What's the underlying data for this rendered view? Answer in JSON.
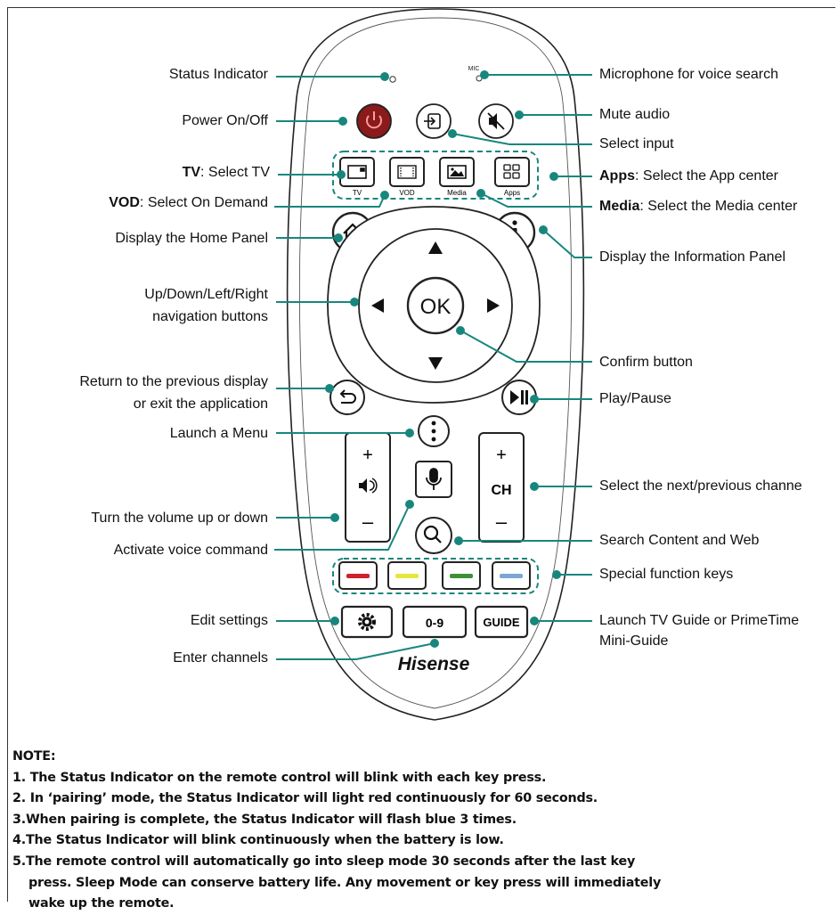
{
  "brand": "Hisense",
  "keys": {
    "mic": "MIC",
    "tv": "TV",
    "vod": "VOD",
    "media": "Media",
    "apps": "Apps",
    "ok": "OK",
    "plus_vol": "+",
    "minus_vol": "–",
    "plus_ch": "+",
    "minus_ch": "–",
    "ch": "CH",
    "numbers": "0-9",
    "guide": "GUIDE"
  },
  "labels_left": {
    "status": "Status Indicator",
    "power": "Power On/Off",
    "tv_bold": "TV",
    "tv_rest": ": Select TV",
    "vod_bold": "VOD",
    "vod_rest": ": Select On Demand",
    "home": "Display the Home Panel",
    "nav1": "Up/Down/Left/Right",
    "nav2": "navigation buttons",
    "return1": "Return to the previous display",
    "return2": "or exit the application",
    "menu": "Launch a Menu",
    "volume": "Turn the volume up or down",
    "voice": "Activate voice command",
    "settings": "Edit settings",
    "channels": "Enter channels"
  },
  "labels_right": {
    "mic": "Microphone for voice search",
    "mute": "Mute audio",
    "input": "Select input",
    "apps_bold": "Apps",
    "apps_rest": ": Select the App center",
    "media_bold": "Media",
    "media_rest": ": Select the Media center",
    "info": "Display the Information Panel",
    "confirm": "Confirm button",
    "play": "Play/Pause",
    "channel": "Select the next/previous channe",
    "search": "Search Content and Web",
    "special": "Special function keys",
    "guide1": "Launch TV Guide or PrimeTime",
    "guide2": "Mini-Guide"
  },
  "notes": {
    "heading": "NOTE:",
    "n1": "1. The Status Indicator on the remote control will blink with each key press.",
    "n2": "2. In ‘pairing’ mode, the Status Indicator will light red continuously for 60 seconds.",
    "n3": "3.When pairing is complete, the Status Indicator will flash blue 3 times.",
    "n4": "4.The Status Indicator will blink continuously when the battery is low.",
    "n5a": "5.The remote control will automatically go into sleep mode 30 seconds after the last key",
    "n5b": "press. Sleep Mode can conserve battery life. Any movement or key press will immediately",
    "n5c": "wake up the remote."
  },
  "colors": {
    "leader": "#17877d",
    "power_key": "#8b1a1a",
    "red_key": "#d0202a",
    "yellow_key": "#e8e63a",
    "green_key": "#3f8f3a",
    "blue_key": "#7aa6d8"
  },
  "icons": [
    "power-icon",
    "input-icon",
    "mute-icon",
    "tv-icon",
    "vod-icon",
    "media-icon",
    "apps-icon",
    "home-icon",
    "info-icon",
    "return-icon",
    "play-pause-icon",
    "menu-icon",
    "mic-icon",
    "search-icon",
    "gear-icon",
    "speaker-icon"
  ]
}
